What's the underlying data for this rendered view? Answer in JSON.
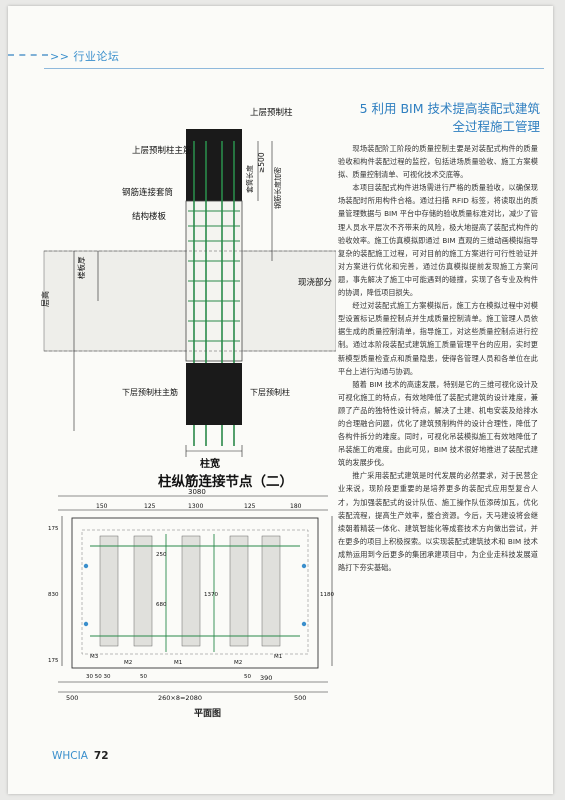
{
  "header": {
    "section": ">> 行业论坛"
  },
  "article": {
    "heading": "5 利用 BIM 技术提高装配式建筑全过程施工管理",
    "paragraphs": [
      "现场装配阶工阶段的质量控制主要是对装配式构件的质量验收和构件装配过程的监控，包括进场质量验收、施工方案模拟、质量控制清单、可视化技术交底等。",
      "本项目装配式构件进场需进行严格的质量验收，以确保现场装配时所用构件合格。通过扫描 RFID 标签，将读取出的质量管理数据与 BIM 平台中存储的验收质量标准对比，减少了管理人员水平层次不齐带来的风险，极大地提高了装配式构件的验收效率。施工仿真模拟即通过 BIM 直观的三维动画模拟指导复杂的装配施工过程，可对目前的施工方案进行可行性验证并对方案进行优化和完善，通过仿真模拟提前发现施工方案问题，事先解决了施工中可能遇到的碰撞，实现了各专业及构件的协调，降低项目损失。",
      "经过对装配式施工方案模拟后，施工方在模拟过程中对模型设置标记质量控制点并生成质量控制清单。施工管理人员依据生成的质量控制清单，指导施工，对这些质量控制点进行控制。通过本阶段装配式建筑施工质量管理平台的应用，实时更新模型质量检查点和质量隐患，使得各管理人员和各单位在此平台上进行沟通与协调。",
      "随着 BIM 技术的高速发展，特别是它的三维可视化设计及可视化施工的特点，有效地降低了装配式建筑的设计难度，兼顾了产品的独特性设计特点，解决了土建、机电安装及给排水的合理融合问题，优化了建筑预制构件的设计合理性，降低了各构件拆分的难度。同时，可视化吊装模拟施工有效地降低了吊装施工的难度。由此可见，BIM 技术很好地推进了装配式建筑的发展步伐。",
      "推广采用装配式建筑是时代发展的必然要求，对于民营企业来说，现阶段更重要的是培养更多的装配式应用型复合人才，为加强装配式的设计队伍、施工操作队伍添砖加瓦，优化装配流程，提高生产效率，整合资源。今后，天马建设将会继续朝着精装一体化、建筑智能化等成套技术方向做出尝试，并在更多的项目上积极探索。以实现装配式建筑技术和 BIM 技术成熟运用到今后更多的集团承建项目中，为企业走科技发展道路打下夯实基础。"
    ]
  },
  "figure1": {
    "caption": "柱纵筋连接节点（二）",
    "labels": {
      "upper_column": "上层预制柱",
      "upper_rebar": "上层预制柱主筋",
      "sleeve_grout": "钢筋连接套筒",
      "structural_slab": "结构楼板",
      "floor_thickness": "楼板厚",
      "floor_height": "层高",
      "cast_in_place": "现浇部分",
      "lower_rebar": "下层预制柱主筋",
      "lower_column": "下层预制柱",
      "column_width": "柱宽",
      "dim_500": "≥500",
      "embed_length": "套筒长度",
      "rebar_anchor": "钢筋长度加密"
    }
  },
  "figure2": {
    "caption": "平面图",
    "dims_top": [
      "3080",
      "150",
      "125",
      "1300",
      "125",
      "180"
    ],
    "dims_bottom": [
      "500",
      "260×8=2080",
      "390",
      "500"
    ],
    "dims_side": [
      "175",
      "830",
      "175",
      "1180"
    ],
    "inner_dims": [
      "250",
      "680",
      "1370"
    ],
    "marks": [
      "M3",
      "M2",
      "M1",
      "M2",
      "M1"
    ],
    "bottom_labels": [
      "30 50 30",
      "50",
      "50"
    ]
  },
  "footer": {
    "publication": "WHCIA",
    "page": "72"
  },
  "colors": {
    "accent": "#3a8fcc",
    "heading": "#2f7fc0"
  }
}
